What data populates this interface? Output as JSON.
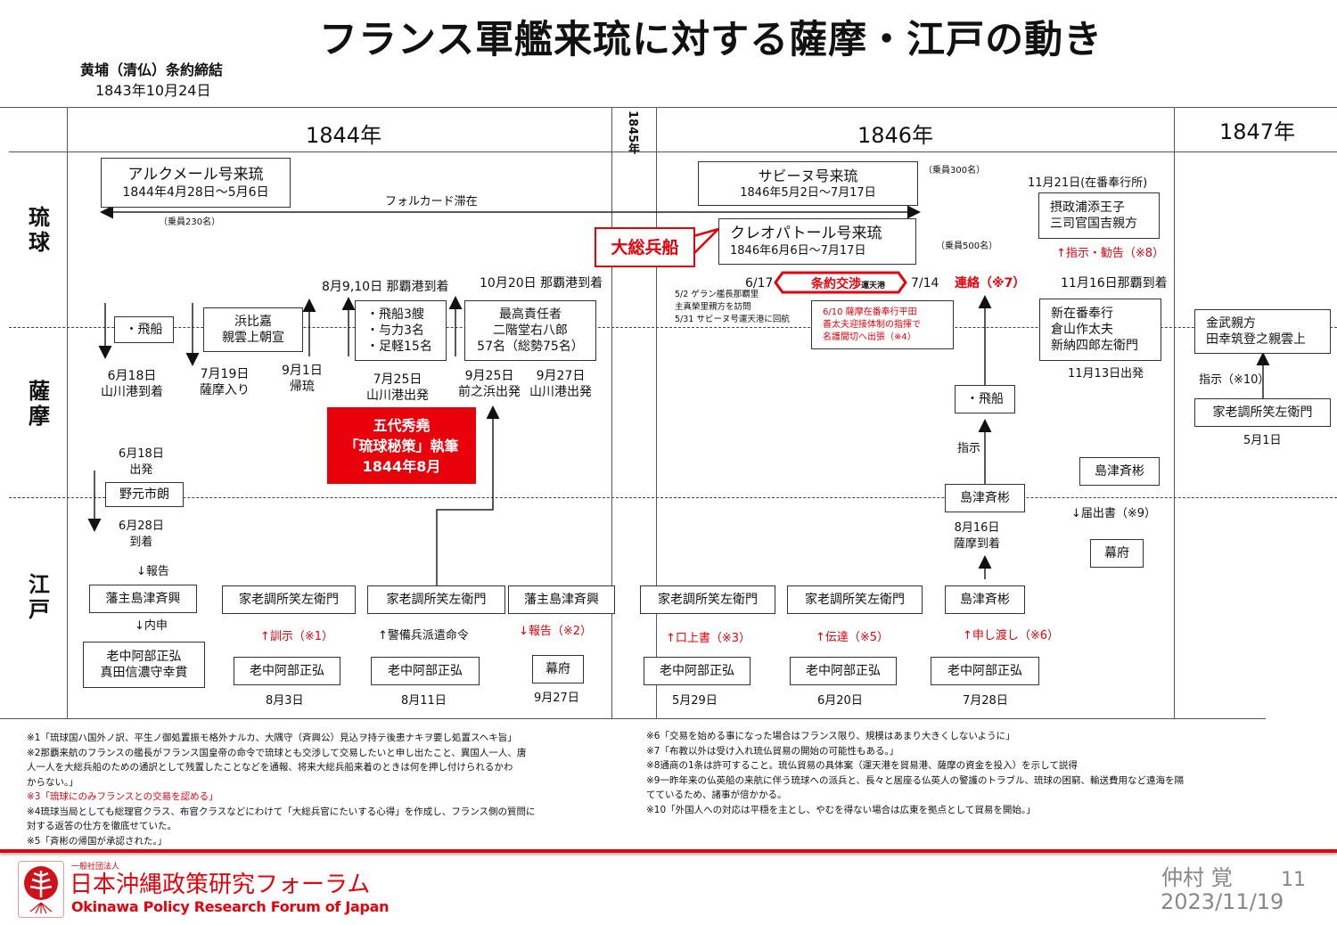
{
  "title": "フランス軍艦来琉に対する薩摩・江戸の動き",
  "treaty": {
    "name": "黄埔（清仏）条約締結",
    "date": "1843年10月24日"
  },
  "years": [
    "1844年",
    "1845年",
    "1846年",
    "1847年"
  ],
  "rows": [
    "琉球",
    "薩摩",
    "江戸"
  ],
  "ryukyu": {
    "alcmene": {
      "title": "アルクメール号来琉",
      "dates": "1844年4月28日～5月6日",
      "crew": "（乗員230名）"
    },
    "fornier": "フォルカード滞在",
    "sabine": {
      "title": "サビーヌ号来琉",
      "dates": "1846年5月2日～7月17日",
      "crew": "（乗員300名）"
    },
    "cleopatre": {
      "title": "クレオパトール号来琉",
      "dates": "1846年6月6日～7月17日",
      "crew": "（乗員500名）"
    },
    "daisohei": "大総兵船",
    "treaty_neg": {
      "start": "6/17",
      "label": "条約交渉",
      "place": "運天港",
      "end": "7/14"
    },
    "renraku": "連絡（※7）",
    "guerin": [
      "5/2  ゲラン艦長那覇里",
      "主真榮里親方を訪問",
      "5/31  サビーヌ号運天港に回航"
    ],
    "regent": {
      "date": "11月21日(在番奉行所)",
      "lines": [
        "摂政浦添王子",
        "三司官国吉親方"
      ],
      "note": "↑指示・勧告（※8）"
    },
    "naha1": "8月9,10日  那覇港到着",
    "naha2": "10月20日  那覇港到着",
    "naha3": "11月16日那覇到着"
  },
  "satsuma": {
    "hisen1": "・飛船",
    "hamahiga": [
      "浜比嘉",
      "親雲上朝宣"
    ],
    "ships": [
      "・飛船3艘",
      "・与力3名",
      "・足軽15名"
    ],
    "chief": [
      "最高責任者",
      "二階堂右八郎",
      "57名（総勢75名）"
    ],
    "hirata": [
      "6/10  薩摩在番奉行平田",
      "善太夫迎接体制の指揮で",
      "名護間切へ出張（※4）"
    ],
    "bugyo": [
      "新在番奉行",
      "倉山作太夫",
      "新納四郎左衛門"
    ],
    "kin": [
      "金武親方",
      "田幸筑登之親雲上"
    ],
    "godai": [
      "五代秀堯",
      "「琉球秘策」執筆",
      "1844年8月"
    ],
    "hisen2": "・飛船",
    "karo": "家老調所笑左衛門",
    "nariakira": "島津斉彬",
    "d1": [
      "6月18日",
      "山川港到着"
    ],
    "d2": [
      "7月19日",
      "薩摩入り"
    ],
    "d3": [
      "9月1日",
      "帰琉"
    ],
    "d4": [
      "7月25日",
      "山川港出発"
    ],
    "d5": [
      "9月25日",
      "前之浜出発"
    ],
    "d6": [
      "9月27日",
      "山川港出発"
    ],
    "d7": "11月13日出発",
    "shiji10": "指示（※10）",
    "may1": "5月1日",
    "shiji": "指示"
  },
  "edo": {
    "d_dep": [
      "6月18日",
      "出発"
    ],
    "nomoto": "野元市朗",
    "d_arr": [
      "6月28日",
      "到着"
    ],
    "nariakira": "島津斉彬",
    "todoke": "↓届出書（※9）",
    "arrive": [
      "8月16日",
      "薩摩到着"
    ],
    "bakufu": "幕府",
    "hokoku": "↓報告",
    "naishin": "↓内申",
    "narioki": "藩主島津斉興",
    "karo": "家老調所笑左衛門",
    "roju_pair": [
      "老中阿部正弘",
      "真田信濃守幸貫"
    ],
    "roju": "老中阿部正弘",
    "kunji": "↑訓示（※1）",
    "keibi": "↑警備兵派遣命令",
    "hokoku2": "↓報告（※2）",
    "kojo": "↑口上書（※3）",
    "dentatsu": "↑伝達（※5）",
    "moshi": "↑申し渡し（※6）",
    "dates": [
      "8月3日",
      "8月11日",
      "9月27日",
      "5月29日",
      "6月20日",
      "7月28日"
    ]
  },
  "notes_left": [
    "※1「琉球国ハ国外ノ訳、平生ノ御処置振モ格外ナルカ、大隅守（斉興公）見込ヲ持テ後患ナキヲ要し処置スヘキ旨」",
    "※2那覇来航のフランスの艦長がフランス国皇帝の命令で琉球とも交渉して交易したいと申し出たこと、異国人一人、唐",
    "人一人を大総兵船のための通訳として残置したことなどを通報、将来大総兵船来着のときは何を押し付けられるかわ",
    "からない。」",
    "※3「琉球にのみフランスとの交易を認める」",
    "※4琉球当局としても総理官クラス、布官クラスなどにわけて「大総兵官にたいする心得」を作成し、フランス側の質問に",
    "対する返答の仕方を徹底せていた。",
    "※5「斉彬の帰国が承認された。」"
  ],
  "notes_right": [
    "※6「交易を始める事になった場合はフランス限り、規模はあまり大きくしないように」",
    "※7「布教以外は受け入れ琉仏貿易の開始の可能性もある。」",
    "※8通商の1条は許可すること。琉仏貿易の具体案（運天港を貿易港、薩摩の資金を投入）を示して説得",
    "※9一昨年来の仏英船の来航に伴う琉球への派兵と、長々と居座る仏英人の警護のトラブル、琉球の困窮、輸送費用など遠海を隔",
    "てているため、諸事が倍かかる。",
    "※10「外国人への対応は平穏を主とし、やむを得ない場合は広東を拠点として貿易を開始。」"
  ],
  "footer": {
    "org_small": "一般社団法人",
    "org_jp": "日本沖縄政策研究フォーラム",
    "org_en": "Okinawa Policy Research Forum of Japan",
    "author": "仲村 覚",
    "page": "11",
    "date": "2023/11/19"
  },
  "colors": {
    "red": "#e8000b",
    "line": "#555555"
  }
}
